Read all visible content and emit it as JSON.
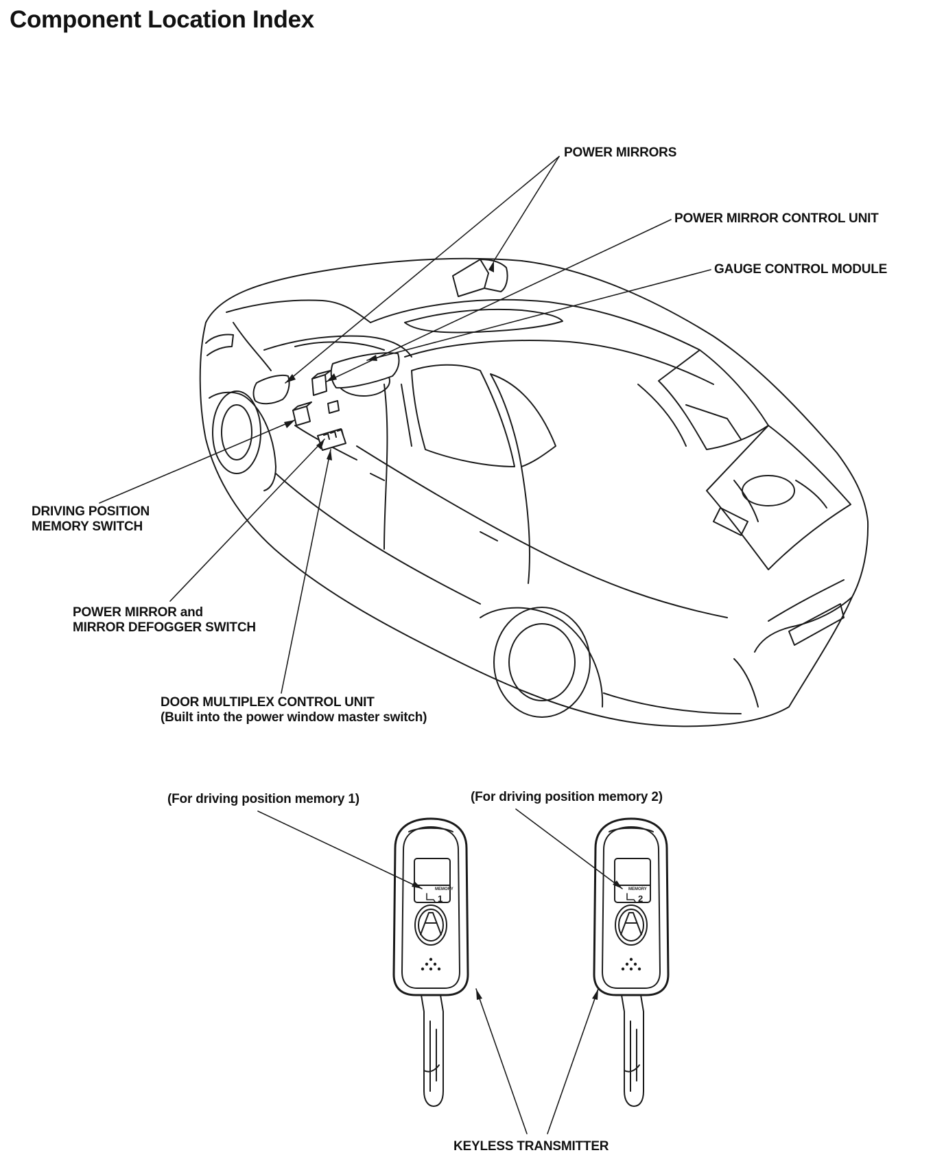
{
  "title": "Component Location Index",
  "callouts": {
    "power_mirrors": "POWER MIRRORS",
    "power_mirror_control_unit": "POWER MIRROR CONTROL UNIT",
    "gauge_control_module": "GAUGE CONTROL MODULE",
    "driving_position_memory_switch": [
      "DRIVING POSITION",
      "MEMORY SWITCH"
    ],
    "power_mirror_defogger_switch": [
      "POWER MIRROR and",
      "MIRROR DEFOGGER SWITCH"
    ],
    "door_multiplex_control_unit": [
      "DOOR MULTIPLEX CONTROL UNIT",
      "(Built into the power window master switch)"
    ]
  },
  "transmitters": {
    "memory_1_label": "(For driving position memory 1)",
    "memory_2_label": "(For driving position memory 2)",
    "keyless_transmitter": "KEYLESS TRANSMITTER",
    "key_1": {
      "memory_text": "MEMORY",
      "number": "1"
    },
    "key_2": {
      "memory_text": "MEMORY",
      "number": "2"
    }
  }
}
